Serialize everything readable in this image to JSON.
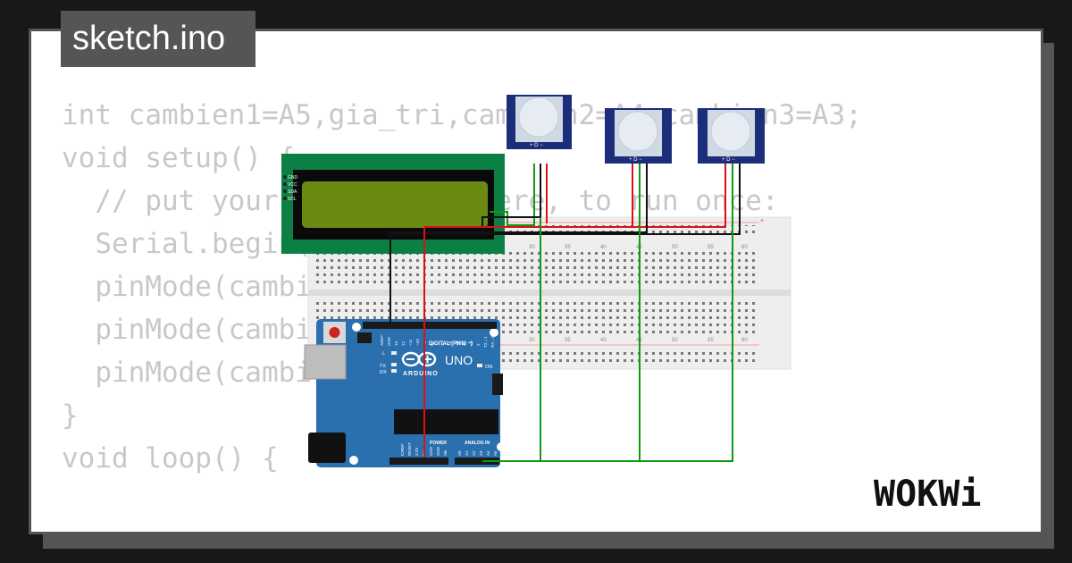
{
  "sketch": {
    "filename": "sketch.ino"
  },
  "code": {
    "lines": [
      "int cambien1=A5,gia_tri,cambien2=A4,cambien3=A3;",
      "void setup() {",
      "  // put your setup code here, to run once:",
      "  Serial.begin(9600);",
      "  pinMode(cambien1,INPUT);",
      "  pinMode(cambien2,INPUT);",
      "  pinMode(cambien3,INPUT);",
      "}",
      "",
      "void loop() {"
    ]
  },
  "lcd": {
    "pins": [
      "GND",
      "VCC",
      "SDA",
      "SCL"
    ]
  },
  "pir": {
    "pin_labels": "+ D −"
  },
  "breadboard": {
    "column_numbers": [
      "30",
      "35",
      "40",
      "45",
      "50",
      "55",
      "60"
    ],
    "plus": "+"
  },
  "arduino": {
    "logo_text": "UNO",
    "brand": "ARDUINO",
    "digital_label": "DIGITAL (PWM ~)",
    "on_label": "ON",
    "l_label": "L",
    "tx_label": "TX",
    "rx_label": "RX",
    "power_label": "POWER",
    "analog_label": "ANALOG IN",
    "top_pins": [
      "AREF",
      "GND",
      "13",
      "12",
      "~11",
      "~10",
      "~9",
      "8",
      "7",
      "~6",
      "~5",
      "4",
      "~3",
      "2",
      "TX→1",
      "RX←0"
    ],
    "power_pins": [
      "IOREF",
      "RESET",
      "3.3V",
      "5V",
      "GND",
      "GND",
      "Vin"
    ],
    "analog_pins": [
      "A0",
      "A1",
      "A2",
      "A3",
      "A4",
      "A5"
    ]
  },
  "brand": {
    "logo": "WOKWi"
  },
  "colors": {
    "background": "#181818",
    "card": "#ffffff",
    "frame": "#555555",
    "code_text": "#c8c8c8",
    "lcd_pcb": "#0c8044",
    "lcd_screen": "#6b8a12",
    "arduino_board": "#2a6fae",
    "pir_board": "#1c2d7a",
    "wire_red": "#dd1111",
    "wire_black": "#111111",
    "wire_green": "#119911"
  },
  "icons": [
    "arduino-infinity-logo",
    "reset-button-icon",
    "usb-port-icon",
    "power-jack-icon",
    "pir-dome-icon"
  ]
}
